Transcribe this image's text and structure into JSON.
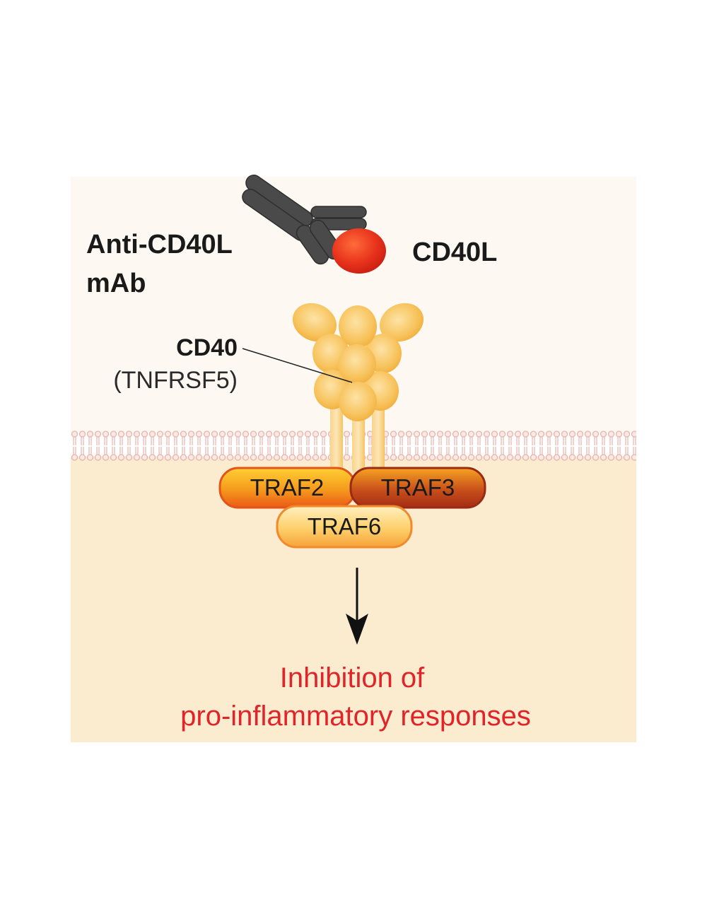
{
  "labels": {
    "antibody_line1": "Anti-CD40L",
    "antibody_line2": "mAb",
    "ligand": "CD40L",
    "receptor": "CD40",
    "receptor_alias": "(TNFRSF5)",
    "traf2": "TRAF2",
    "traf3": "TRAF3",
    "traf6": "TRAF6",
    "outcome_line1": "Inhibition of",
    "outcome_line2": "pro-inflammatory responses"
  },
  "colors": {
    "extracellular_bg": "#fdf9f2",
    "intracellular_bg": "#fbebcf",
    "membrane": "#e9b3ab",
    "antibody": "#4a4a4a",
    "ligand": "#e8331c",
    "receptor": "#f7c25a",
    "traf2": "#f5a21c",
    "traf3": "#b63a16",
    "traf6": "#fbc04a",
    "outcome_text": "#e0242a"
  },
  "icons": {
    "antibody": "y-shaped-antibody-icon",
    "ligand": "red-sphere-icon",
    "receptor": "trimer-receptor-icon",
    "arrow": "down-arrow-icon"
  }
}
